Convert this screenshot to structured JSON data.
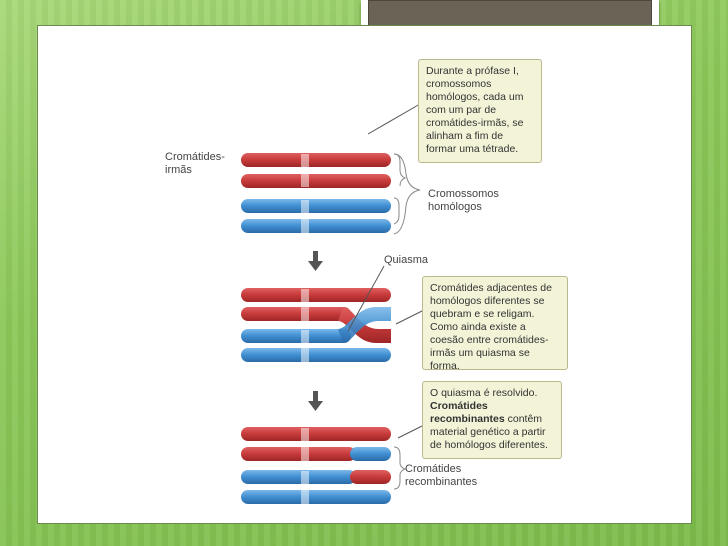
{
  "labels": {
    "sister_chromatids": "Cromátides-\nirmãs",
    "homologous_chromosomes": "Cromossomos\nhomólogos",
    "chiasma": "Quiasma",
    "recombinant_chromatids": "Cromátides\nrecombinantes"
  },
  "callouts": {
    "prophase": "Durante a prófase I, cromossomos homólogos, cada um com um par de cromátides-irmãs, se alinham a fim de formar uma tétrade.",
    "adjacent_part1": "Cromátides adjacentes de homólogos diferentes se quebram e se religam. Como ainda existe a coesão entre cromátides-irmãs um quiasma se forma.",
    "resolved_intro": "O quiasma é resolvido.",
    "resolved_bold": "Cromátides recombinantes",
    "resolved_rest": "contêm material genético a partir de homólogos diferentes."
  },
  "colors": {
    "red_chromatid": "#c63a3a",
    "blue_chromatid": "#3f8ed0",
    "arrow": "#555555",
    "callout_bg": "#f3f3d8",
    "slide_bg": "#8cc85a"
  }
}
